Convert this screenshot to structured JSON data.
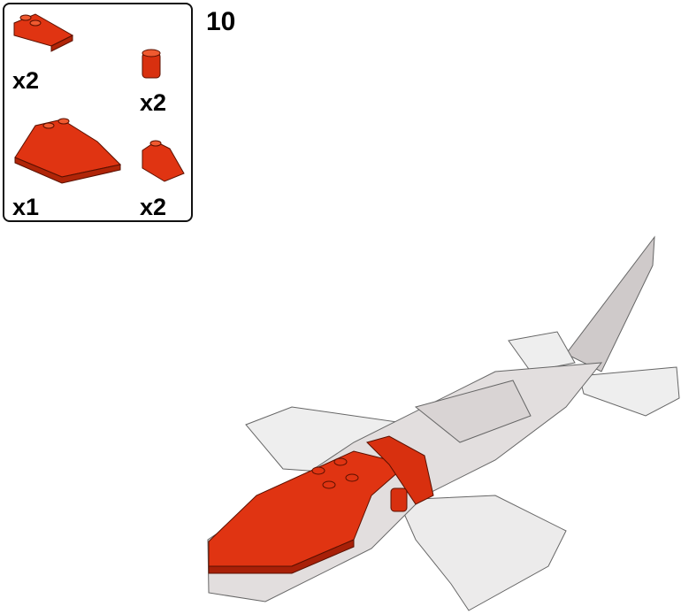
{
  "step_number": "10",
  "parts_list": [
    {
      "part": "red-slope-2x2",
      "quantity": "x2"
    },
    {
      "part": "red-round-brick-1x1",
      "quantity": "x2"
    },
    {
      "part": "red-wedge-4x4",
      "quantity": "x1"
    },
    {
      "part": "red-slope-1x2",
      "quantity": "x2"
    }
  ],
  "colors": {
    "part_red": "#e03412",
    "model_white": "#e8e4e4",
    "outline": "#111111"
  }
}
